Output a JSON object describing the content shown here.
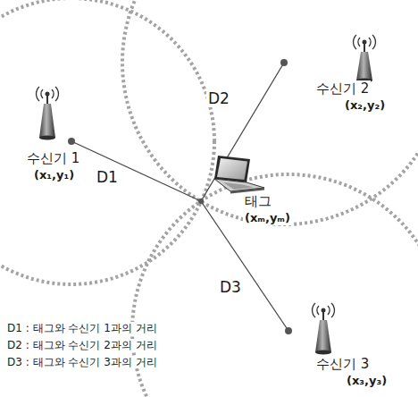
{
  "diagram": {
    "labels": [
      "수신기 2",
      "(x₂,y₂)",
      "D2",
      "수신기 1",
      "(x₁,y₁)",
      "D1",
      "태그",
      "(xₘ,yₘ)",
      "D3",
      "수신기 3",
      "(x₃,y₃)",
      "D1 : 태그와 수신기 1과의 거리",
      "D2 : 태그와 수신기 2과의 거리",
      "D3 : 태그와 수신기 3과의 거리"
    ]
  }
}
